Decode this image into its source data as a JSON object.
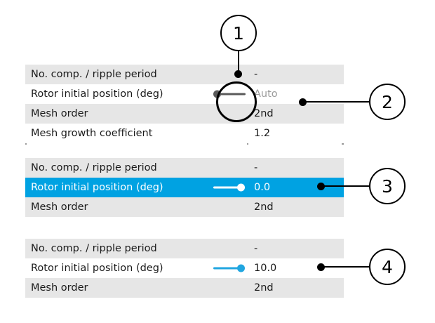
{
  "tables": [
    {
      "id": "table-auto",
      "rows": [
        {
          "name": "No. comp. / ripple period",
          "value": "-",
          "value_style": "normal",
          "selected": false,
          "slider": "none"
        },
        {
          "name": "Rotor initial position (deg)",
          "value": "Auto",
          "value_style": "muted",
          "selected": false,
          "slider": "left-knob"
        },
        {
          "name": "Mesh order",
          "value": "2nd",
          "value_style": "normal",
          "selected": false,
          "slider": "none"
        },
        {
          "name": "Mesh growth coefficient",
          "value": "1.2",
          "value_style": "normal",
          "selected": false,
          "slider": "none"
        }
      ]
    },
    {
      "id": "table-zero",
      "rows": [
        {
          "name": "No. comp. / ripple period",
          "value": "-",
          "value_style": "normal",
          "selected": false,
          "slider": "none"
        },
        {
          "name": "Rotor initial position (deg)",
          "value": "0.0",
          "value_style": "normal",
          "selected": true,
          "slider": "right-knob-white"
        },
        {
          "name": "Mesh order",
          "value": "2nd",
          "value_style": "normal",
          "selected": false,
          "slider": "none"
        }
      ]
    },
    {
      "id": "table-ten",
      "rows": [
        {
          "name": "No. comp. / ripple period",
          "value": "-",
          "value_style": "normal",
          "selected": false,
          "slider": "none"
        },
        {
          "name": "Rotor initial position (deg)",
          "value": "10.0",
          "value_style": "normal",
          "selected": false,
          "slider": "right-knob-cyan"
        },
        {
          "name": "Mesh order",
          "value": "2nd",
          "value_style": "normal",
          "selected": false,
          "slider": "none"
        }
      ]
    }
  ],
  "callouts": [
    {
      "label": "1"
    },
    {
      "label": "2"
    },
    {
      "label": "3"
    },
    {
      "label": "4"
    }
  ],
  "colors": {
    "selection": "#00a2e2",
    "slider_accent": "#21a6e0",
    "row_alt": "#e6e6e6",
    "muted_text": "#9b9b9b",
    "border": "#9a9a9a"
  }
}
